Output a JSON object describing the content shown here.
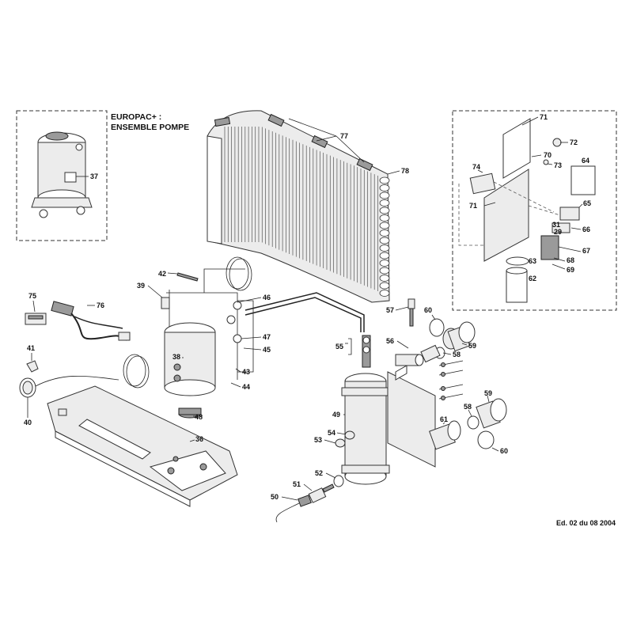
{
  "insert_left": {
    "title_line1": "EUROPAC+ :",
    "title_line2": "ENSEMBLE POMPE"
  },
  "edition": "Ed. 02 du 08 2004",
  "callouts": {
    "c29": "29",
    "c31": "31",
    "c36": "36",
    "c37": "37",
    "c38": "38",
    "c39": "39",
    "c40": "40",
    "c41": "41",
    "c42": "42",
    "c43": "43",
    "c44": "44",
    "c45": "45",
    "c46": "46",
    "c47": "47",
    "c48": "48",
    "c49": "49",
    "c50": "50",
    "c51": "51",
    "c52": "52",
    "c53": "53",
    "c54": "54",
    "c55": "55",
    "c56": "56",
    "c57": "57",
    "c58a": "58",
    "c58b": "58",
    "c59a": "59",
    "c59b": "59",
    "c60a": "60",
    "c60b": "60",
    "c61": "61",
    "c62": "62",
    "c63": "63",
    "c64": "64",
    "c65": "65",
    "c66": "66",
    "c67": "67",
    "c68": "68",
    "c69": "69",
    "c70": "70",
    "c71a": "71",
    "c71b": "71",
    "c72": "72",
    "c73": "73",
    "c74": "74",
    "c75": "75",
    "c76": "76",
    "c77": "77",
    "c78": "78"
  }
}
